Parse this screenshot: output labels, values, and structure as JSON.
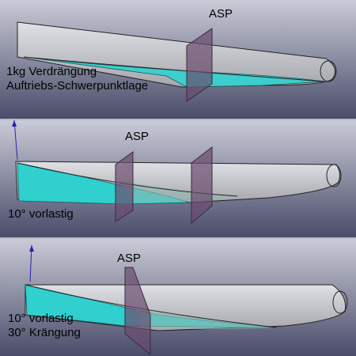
{
  "panels": [
    {
      "header": "ASP",
      "lines": [
        "1kg Verdrängung",
        "Auftriebs-Schwerpunktlage"
      ]
    },
    {
      "header": "ASP",
      "lines": [
        "10° vorlastig"
      ]
    },
    {
      "header": "ASP",
      "lines": [
        "10° vorlastig",
        "30° Krängung"
      ]
    }
  ],
  "colors": {
    "background_top": "#c9cbd7",
    "background_bottom": "#4a4c6a",
    "hull": "#c5c6cb",
    "water": "#30d0cf",
    "plane": "#6a4a6d",
    "axis": "#2a1fb0"
  }
}
